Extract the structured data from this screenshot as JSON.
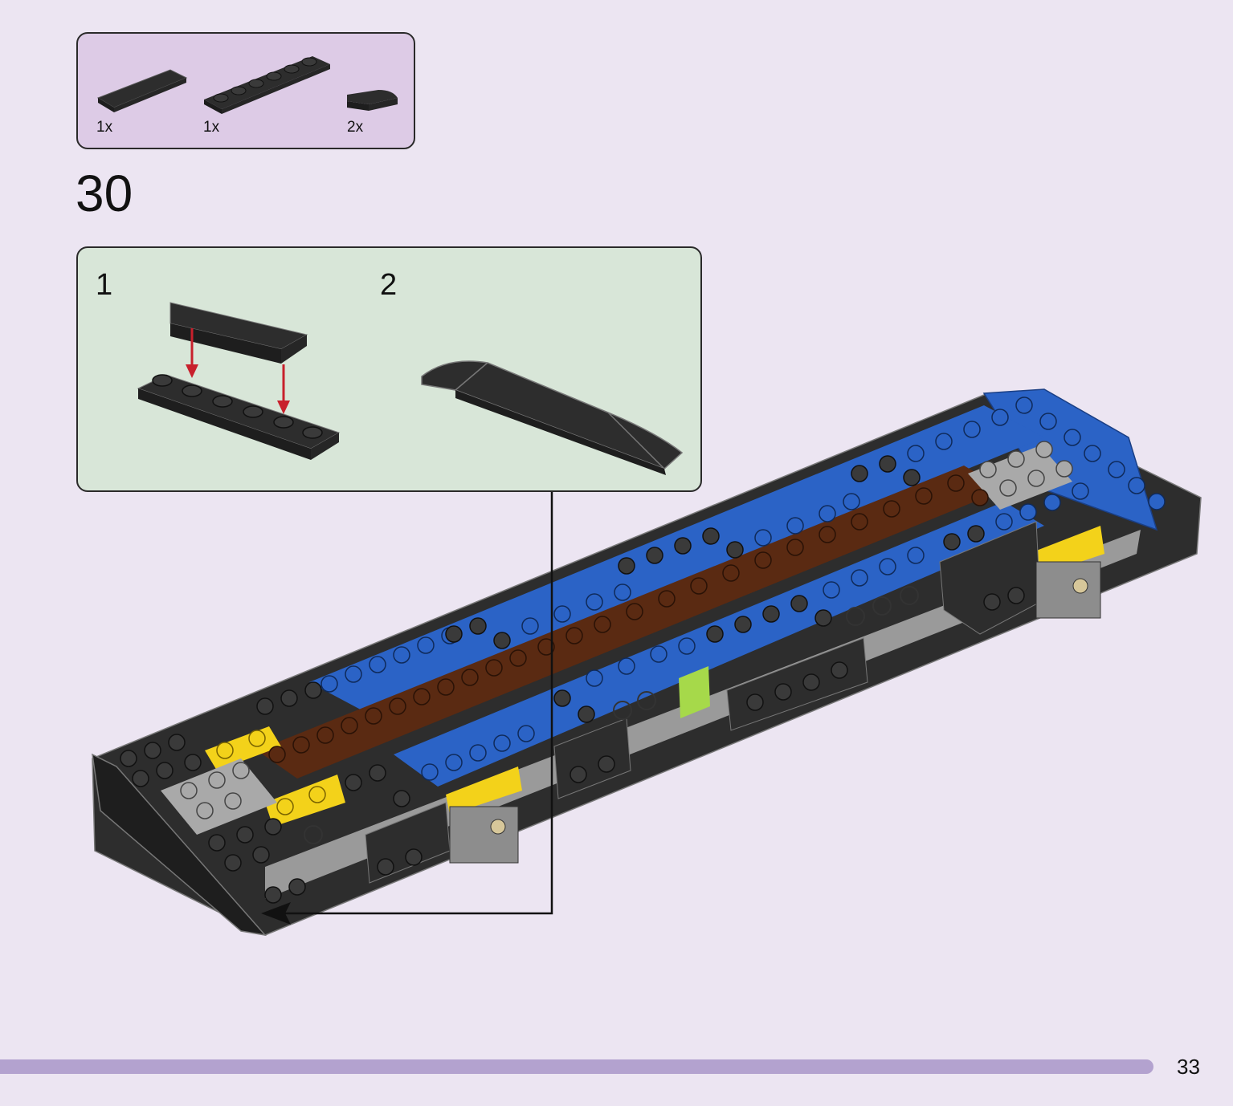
{
  "parts_callout": {
    "parts": [
      {
        "name": "flat tile 1x4",
        "quantity": "1x"
      },
      {
        "name": "plate 1x6",
        "quantity": "1x"
      },
      {
        "name": "curved slope 1x2",
        "quantity": "2x"
      }
    ]
  },
  "step": {
    "number": "30"
  },
  "substeps": [
    {
      "number": "1"
    },
    {
      "number": "2"
    }
  ],
  "page": {
    "number": "33"
  },
  "colors": {
    "page_bg": "#ece5f2",
    "parts_callout_bg": "#ddcbe6",
    "substep_panel_bg": "#d8e6d8",
    "progress_bar": "#b3a2cf",
    "arrow_red": "#c8202c",
    "brick_black": "#2d2d2d",
    "brick_blue": "#2b63c6",
    "brick_brown": "#5a2a12",
    "brick_yellow": "#f3d21a",
    "brick_gray": "#a9a9a9",
    "brick_lime": "#a6d94a"
  }
}
